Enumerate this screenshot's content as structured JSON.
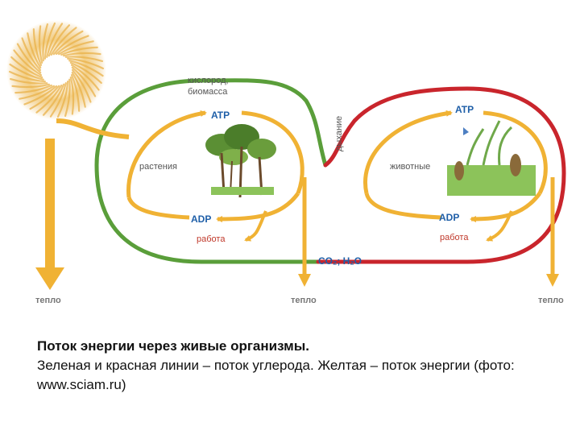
{
  "diagram": {
    "labels": {
      "oxygen_biomass_line1": "кислород,",
      "oxygen_biomass_line2": "биомасса",
      "respiration": "дыхание",
      "atp_left": "ATP",
      "atp_right": "ATP",
      "plants": "растения",
      "animals": "животные",
      "adp_left": "ADP",
      "adp_right": "ADP",
      "work_left": "работа",
      "work_right": "работа",
      "co2_h2o": "CO₂; H₂O",
      "heat_left": "тепло",
      "heat_middle": "тепло",
      "heat_right": "тепло"
    },
    "colors": {
      "energy": "#f0b234",
      "carbon_green": "#5a9e3a",
      "carbon_red": "#c9252c",
      "sun": "#e9b24a"
    }
  },
  "caption": {
    "title": "Поток энергии через живые организмы.",
    "body": "Зеленая и красная линии – поток углерода. Желтая – поток энергии (фото: www.sciam.ru)"
  }
}
